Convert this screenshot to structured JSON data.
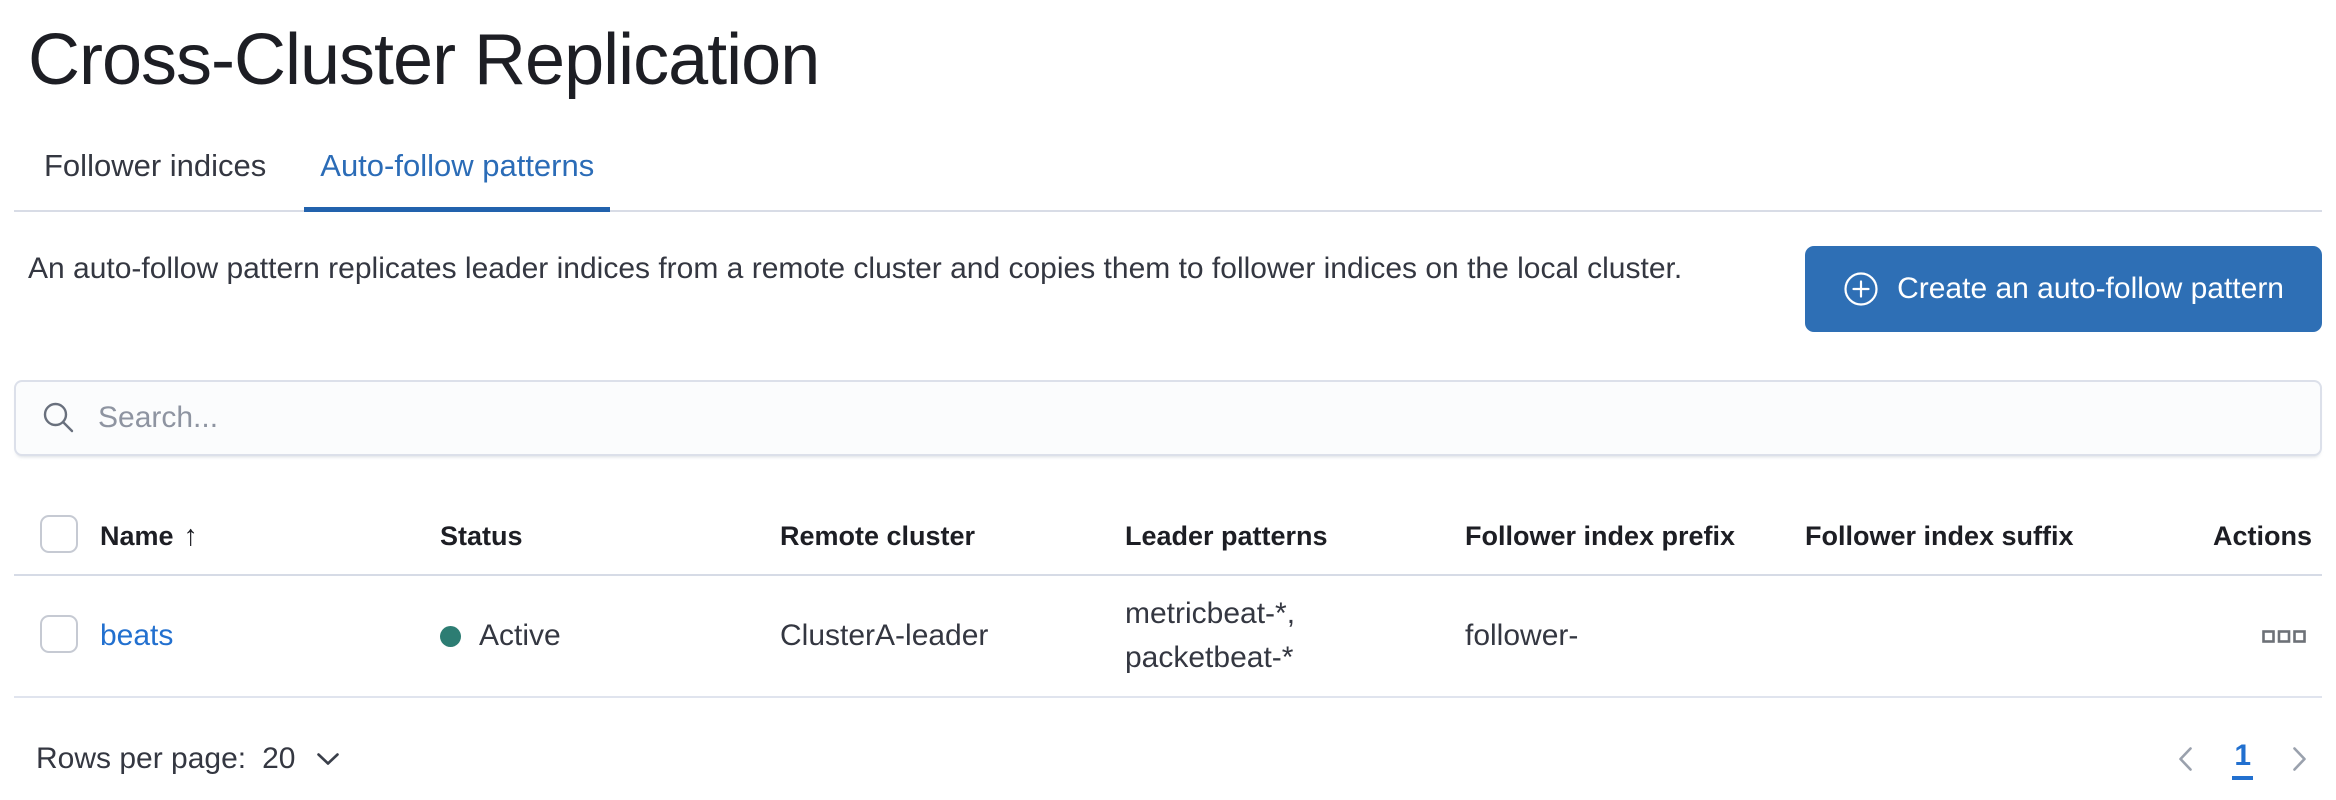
{
  "page": {
    "title": "Cross-Cluster Replication"
  },
  "tabs": [
    {
      "label": "Follower indices",
      "active": false
    },
    {
      "label": "Auto-follow patterns",
      "active": true
    }
  ],
  "description": {
    "text": "An auto-follow pattern replicates leader indices from a remote cluster and copies them to follower indices on the local cluster."
  },
  "create_button": {
    "label": "Create an auto-follow pattern",
    "icon": "plus-in-circle",
    "color": "#2e6fb5"
  },
  "search": {
    "placeholder": "Search...",
    "icon": "magnifier"
  },
  "table": {
    "columns": [
      "Name",
      "Status",
      "Remote cluster",
      "Leader patterns",
      "Follower index prefix",
      "Follower index suffix",
      "Actions"
    ],
    "sort": {
      "column": "Name",
      "direction": "ascending",
      "glyph": "↑"
    },
    "rows": [
      {
        "name": "beats",
        "status": "Active",
        "status_color": "#2d7d73",
        "remote_cluster": "ClusterA-leader",
        "leader_patterns": [
          "metricbeat-*,",
          "packetbeat-*"
        ],
        "follower_index_prefix": "follower-",
        "follower_index_suffix": "",
        "actions_icon": "boxes-horizontal"
      }
    ]
  },
  "footer": {
    "rows_per_page_label": "Rows per page:",
    "rows_per_page_value": "20",
    "page_number": "1"
  }
}
